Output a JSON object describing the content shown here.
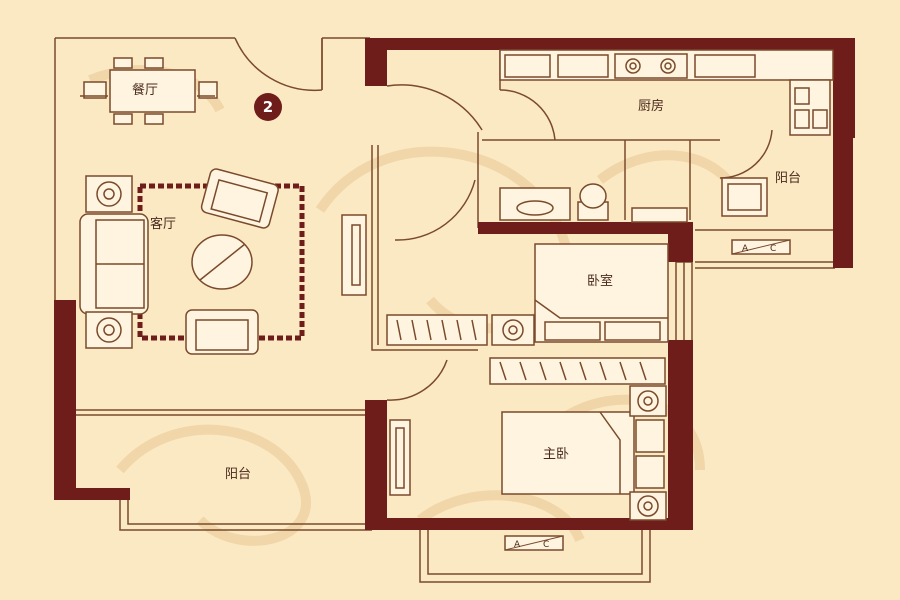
{
  "colors": {
    "background": "#fbe9c4",
    "wall": "#6e1d1a",
    "line": "#7a4a2c",
    "ornament": "#efd2a4",
    "furniture_fill": "#fff4df"
  },
  "unit_badge": {
    "number": "2"
  },
  "rooms": {
    "dining": "餐厅",
    "living": "客厅",
    "kitchen": "厨房",
    "kitchen_balcony": "阳台",
    "bedroom": "卧室",
    "master_bedroom": "主卧",
    "main_balcony": "阳台"
  },
  "ac_units": [
    {
      "label": "A",
      "sep": "/",
      "label2": "C"
    },
    {
      "label": "A",
      "sep": "/",
      "label2": "C"
    }
  ]
}
